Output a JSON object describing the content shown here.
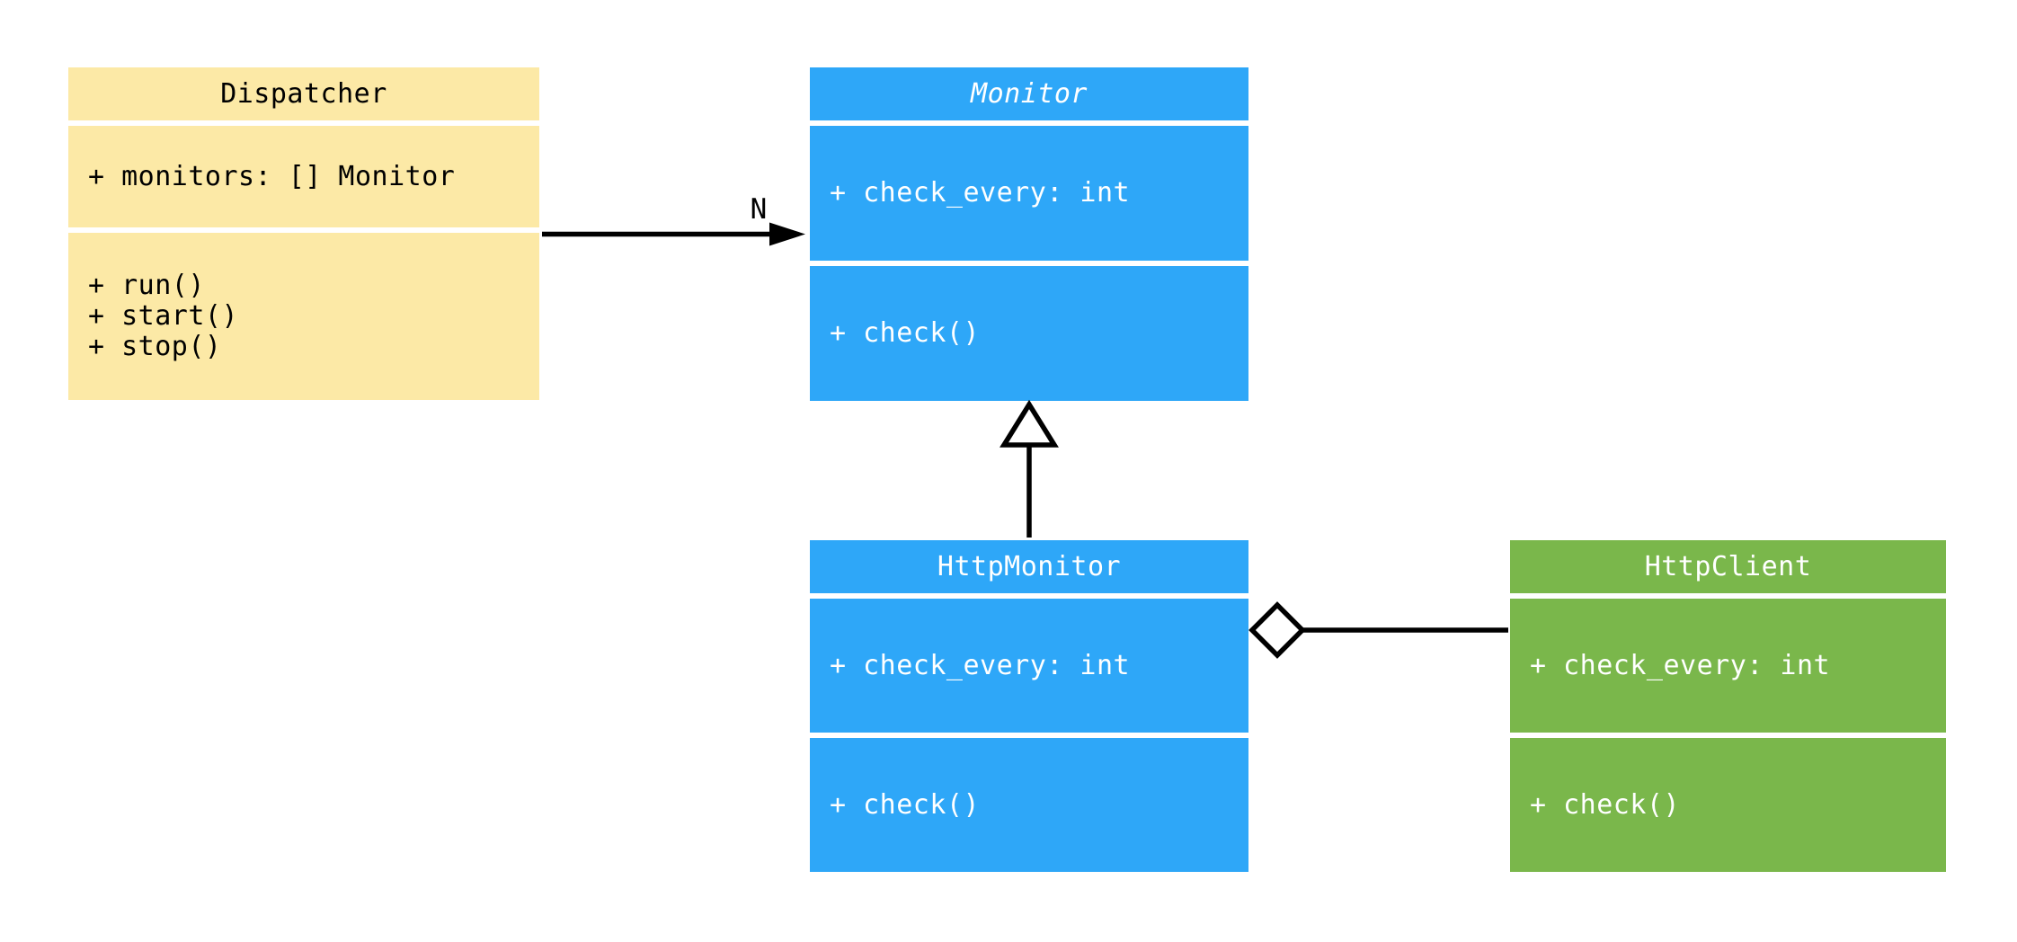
{
  "diagram": {
    "kind": "uml-class-diagram",
    "background_color": "#FFFFFF",
    "line_color": "#000000",
    "classes": [
      {
        "name": "Dispatcher",
        "abstract": false,
        "fill_color": "#FCE9A6",
        "text_color": "#000000",
        "attributes": [
          "+ monitors: [] Monitor"
        ],
        "methods": [
          "+ run()",
          "+ start()",
          "+ stop()"
        ]
      },
      {
        "name": "Monitor",
        "abstract": true,
        "fill_color": "#2EA7F8",
        "text_color": "#FFFFFF",
        "attributes": [
          "+ check_every: int"
        ],
        "methods": [
          "+ check()"
        ]
      },
      {
        "name": "HttpMonitor",
        "abstract": false,
        "fill_color": "#2EA7F8",
        "text_color": "#FFFFFF",
        "attributes": [
          "+ check_every: int"
        ],
        "methods": [
          "+ check()"
        ]
      },
      {
        "name": "HttpClient",
        "abstract": false,
        "fill_color": "#7AB74B",
        "text_color": "#FFFFFF",
        "attributes": [
          "+ check_every: int"
        ],
        "methods": [
          "+ check()"
        ]
      }
    ],
    "relations": [
      {
        "type": "directed-association",
        "from": "Dispatcher",
        "to": "Monitor",
        "label": "N"
      },
      {
        "type": "inheritance",
        "from": "HttpMonitor",
        "to": "Monitor",
        "label": ""
      },
      {
        "type": "aggregation",
        "from": "HttpMonitor",
        "to": "HttpClient",
        "label": ""
      }
    ]
  }
}
